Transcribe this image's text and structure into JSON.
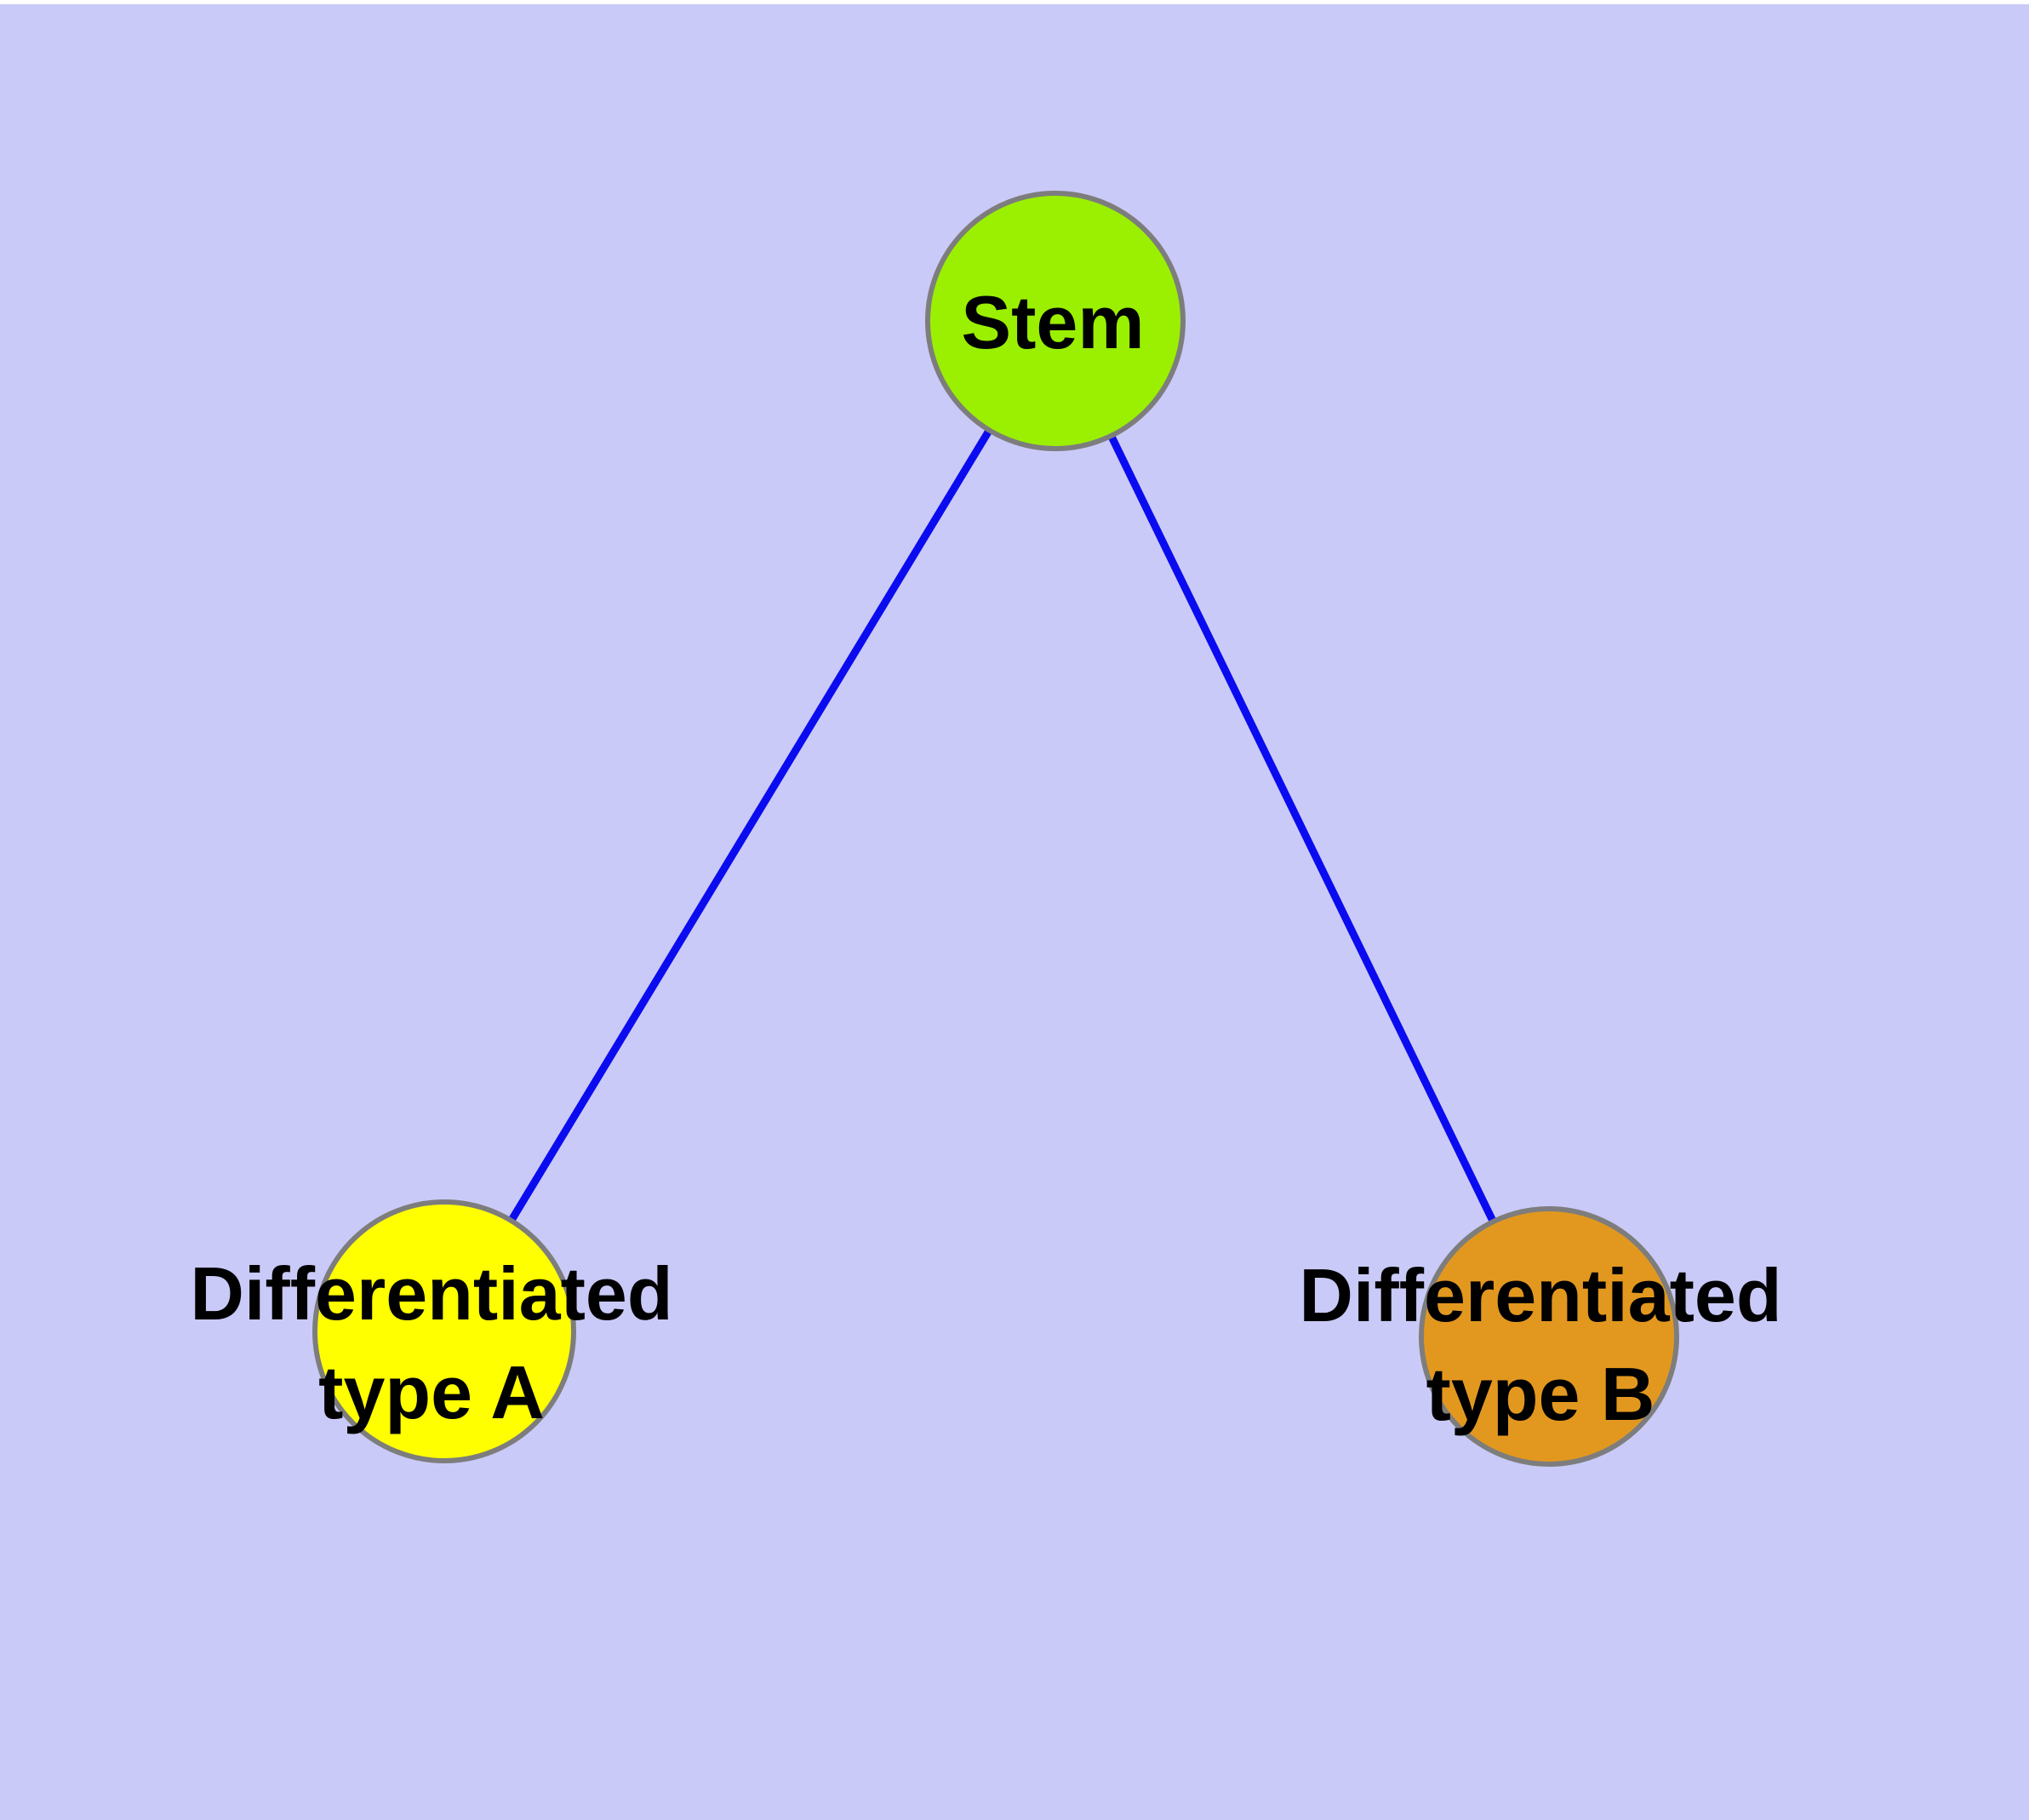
{
  "diagram": {
    "type": "node-link-graph",
    "background_color": "#cacaf8",
    "top_border_color": "#ffffff",
    "edge_color": "#0b0bf0",
    "node_border_color": "#7d7d7d",
    "label_color": "#000000",
    "nodes": [
      {
        "id": "stem",
        "label": "Stem",
        "label_lines": [
          "Stem"
        ],
        "color": "#9af000"
      },
      {
        "id": "type-a",
        "label": "Differentiated type A",
        "label_lines": [
          "Differentiated",
          "type A"
        ],
        "color": "#ffff00"
      },
      {
        "id": "type-b",
        "label": "Differentiated type B",
        "label_lines": [
          "Differentiated",
          "type B"
        ],
        "color": "#e2981f"
      }
    ],
    "edges": [
      {
        "from": "stem",
        "to": "type-a"
      },
      {
        "from": "stem",
        "to": "type-b"
      }
    ]
  }
}
